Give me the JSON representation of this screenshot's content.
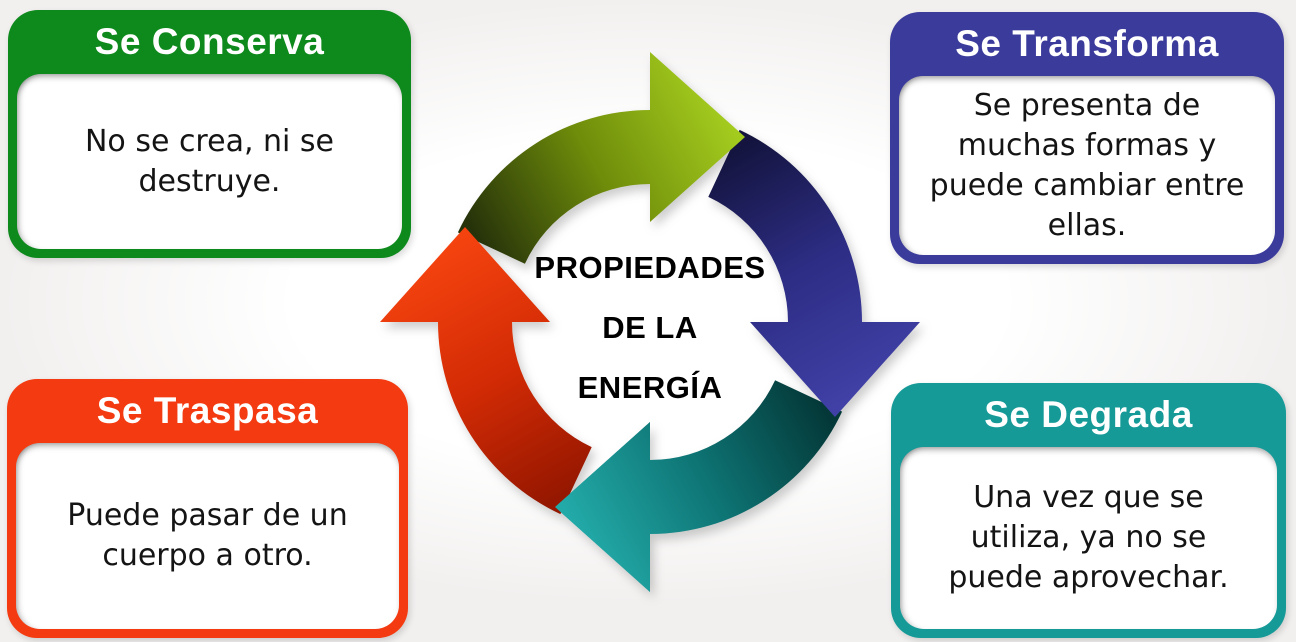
{
  "page": {
    "background": "#f2f0ef"
  },
  "center": {
    "lines": [
      "PROPIEDADES",
      "DE LA",
      "ENERGÍA"
    ],
    "text_color": "#000000"
  },
  "cycle": {
    "description": "clockwise cycle of four 3D curved arrows",
    "arrows": [
      {
        "name": "green-arrow",
        "position": "top",
        "points": "right",
        "gradient": [
          "#26330a",
          "#6f8c0a",
          "#a3cb1e"
        ]
      },
      {
        "name": "blue-arrow",
        "position": "right",
        "points": "down",
        "gradient": [
          "#14143f",
          "#2d2d85",
          "#4040a6"
        ]
      },
      {
        "name": "teal-arrow",
        "position": "bottom",
        "points": "left",
        "gradient": [
          "#043838",
          "#0e7474",
          "#22aaa8"
        ]
      },
      {
        "name": "red-arrow",
        "position": "left",
        "points": "up",
        "gradient": [
          "#951700",
          "#d32b05",
          "#f5430f"
        ]
      }
    ]
  },
  "cards": [
    {
      "title": "Se Conserva",
      "body": "No se crea, ni se\ndestruye.",
      "color": "#0e8a1d"
    },
    {
      "title": "Se Transforma",
      "body": "Se presenta de\nmuchas formas y\npuede cambiar entre\nellas.",
      "color": "#3b3b9c"
    },
    {
      "title": "Se Traspasa",
      "body": "Puede pasar de un\ncuerpo a otro.",
      "color": "#f43a10"
    },
    {
      "title": "Se Degrada",
      "body": "Una vez que se\nutiliza, ya no se\npuede aprovechar.",
      "color": "#169a98"
    }
  ]
}
